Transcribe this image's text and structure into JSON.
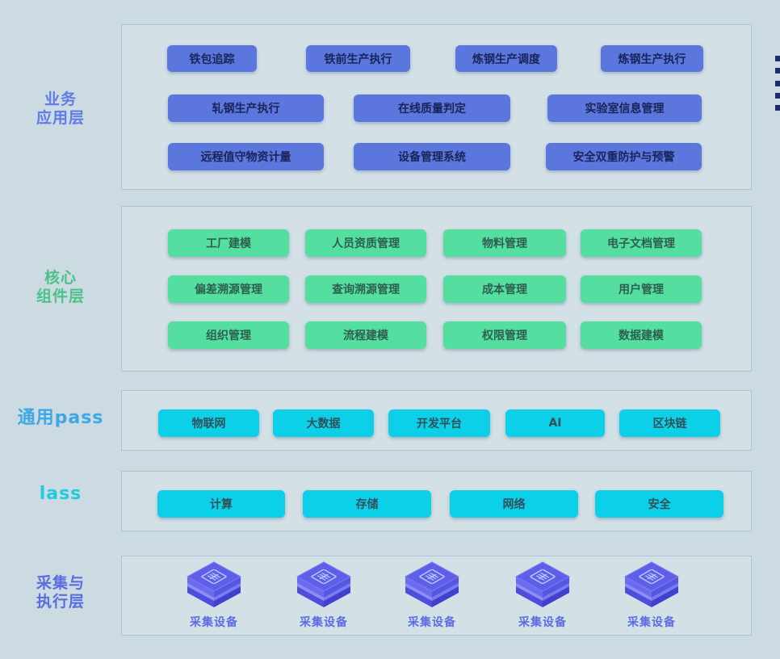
{
  "colors": {
    "page_bg": "#ccdae1",
    "panel_border": "#a9c5d4",
    "blue_button": "#5b76dc",
    "blue_button_text": "#19255a",
    "green_button": "#54dfa1",
    "green_button_text": "#2e5f4e",
    "cyan_button": "#0ccfe8",
    "cyan_button_text": "#32505a",
    "label_business": "#5d7ce6",
    "label_core": "#4bc289",
    "label_paas": "#3ea7e6",
    "label_iaas": "#1fcbdf",
    "label_collect": "#5a6ee2",
    "device_cube": "#5555e0",
    "edge_mark": "#1d2b6b"
  },
  "layers": [
    {
      "name": "业务应用层",
      "label_lines": [
        "业务",
        "应用层"
      ],
      "buttons": [
        "铁包追踪",
        "铁前生产执行",
        "炼钢生产调度",
        "炼钢生产执行",
        "轧钢生产执行",
        "在线质量判定",
        "实验室信息管理",
        "远程值守物资计量",
        "设备管理系统",
        "安全双重防护与预警"
      ]
    },
    {
      "name": "核心组件层",
      "label_lines": [
        "核心",
        "组件层"
      ],
      "buttons": [
        "工厂建模",
        "人员资质管理",
        "物料管理",
        "电子文档管理",
        "偏差溯源管理",
        "查询溯源管理",
        "成本管理",
        "用户管理",
        "组织管理",
        "流程建模",
        "权限管理",
        "数据建模"
      ]
    },
    {
      "name": "通用pass",
      "label_lines": [
        "通用pass"
      ],
      "buttons": [
        "物联网",
        "大数据",
        "开发平台",
        "AI",
        "区块链"
      ]
    },
    {
      "name": "lass",
      "label_lines": [
        "lass"
      ],
      "buttons": [
        "计算",
        "存储",
        "网络",
        "安全"
      ]
    },
    {
      "name": "采集与执行层",
      "label_lines": [
        "采集与",
        "执行层"
      ],
      "devices": [
        "采集设备",
        "采集设备",
        "采集设备",
        "采集设备",
        "采集设备"
      ]
    }
  ]
}
